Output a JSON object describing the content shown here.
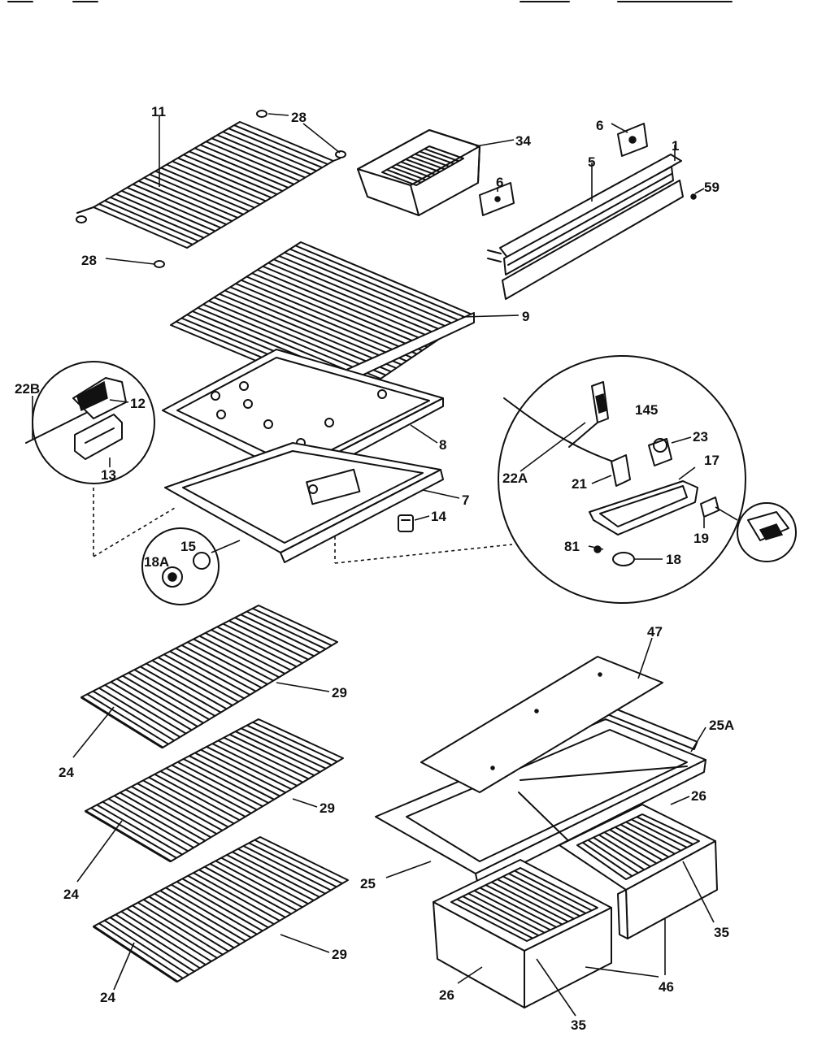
{
  "callouts": [
    {
      "id": "11",
      "text": "11"
    },
    {
      "id": "28a",
      "text": "28"
    },
    {
      "id": "28b",
      "text": "28"
    },
    {
      "id": "34",
      "text": "34"
    },
    {
      "id": "6a",
      "text": "6"
    },
    {
      "id": "6b",
      "text": "6"
    },
    {
      "id": "5",
      "text": "5"
    },
    {
      "id": "1",
      "text": "1"
    },
    {
      "id": "59",
      "text": "59"
    },
    {
      "id": "9",
      "text": "9"
    },
    {
      "id": "22B",
      "text": "22B"
    },
    {
      "id": "12",
      "text": "12"
    },
    {
      "id": "13",
      "text": "13"
    },
    {
      "id": "8",
      "text": "8"
    },
    {
      "id": "7",
      "text": "7"
    },
    {
      "id": "14",
      "text": "14"
    },
    {
      "id": "15",
      "text": "15"
    },
    {
      "id": "18A",
      "text": "18A"
    },
    {
      "id": "145",
      "text": "145"
    },
    {
      "id": "23",
      "text": "23"
    },
    {
      "id": "17",
      "text": "17"
    },
    {
      "id": "22A",
      "text": "22A"
    },
    {
      "id": "21",
      "text": "21"
    },
    {
      "id": "19",
      "text": "19"
    },
    {
      "id": "81",
      "text": "81"
    },
    {
      "id": "18",
      "text": "18"
    },
    {
      "id": "47",
      "text": "47"
    },
    {
      "id": "25A",
      "text": "25A"
    },
    {
      "id": "29a",
      "text": "29"
    },
    {
      "id": "24a",
      "text": "24"
    },
    {
      "id": "29b",
      "text": "29"
    },
    {
      "id": "24b",
      "text": "24"
    },
    {
      "id": "26a",
      "text": "26"
    },
    {
      "id": "25",
      "text": "25"
    },
    {
      "id": "35a",
      "text": "35"
    },
    {
      "id": "29c",
      "text": "29"
    },
    {
      "id": "24c",
      "text": "24"
    },
    {
      "id": "26b",
      "text": "26"
    },
    {
      "id": "46",
      "text": "46"
    },
    {
      "id": "35b",
      "text": "35"
    }
  ]
}
